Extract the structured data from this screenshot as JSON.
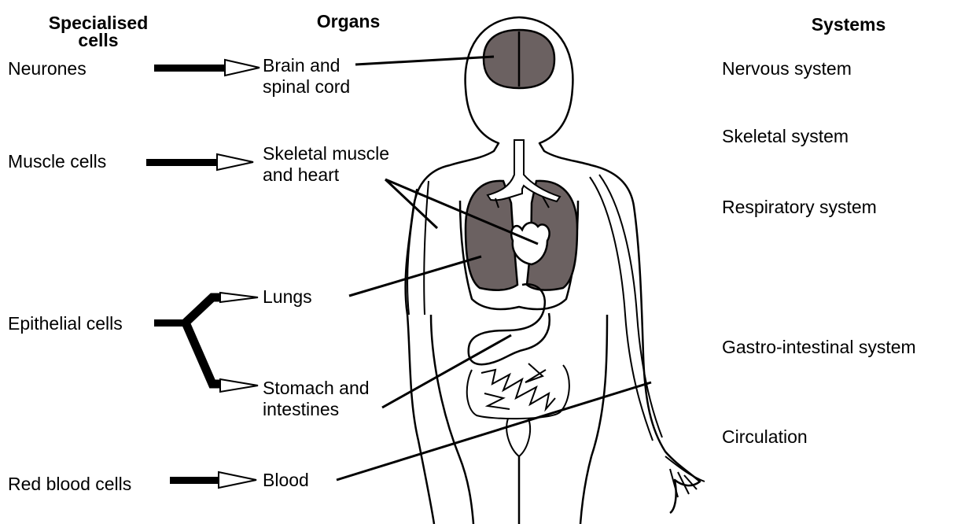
{
  "headers": {
    "cells": "Specialised cells",
    "organs": "Organs",
    "systems": "Systems"
  },
  "cells": {
    "neurones": "Neurones",
    "muscle": "Muscle cells",
    "epithelial": "Epithelial cells",
    "red_blood": "Red blood cells"
  },
  "organs": {
    "brain": "Brain and spinal cord",
    "muscle_heart": "Skeletal muscle and heart",
    "lungs": "Lungs",
    "stomach": "Stomach and intestines",
    "blood": "Blood"
  },
  "systems": {
    "nervous": "Nervous system",
    "skeletal": "Skeletal system",
    "respiratory": "Respiratory system",
    "gastro": "Gastro-intestinal system",
    "circulation": "Circulation"
  },
  "colors": {
    "organ_fill": "#6b6161",
    "line": "#000000",
    "background": "#ffffff"
  }
}
